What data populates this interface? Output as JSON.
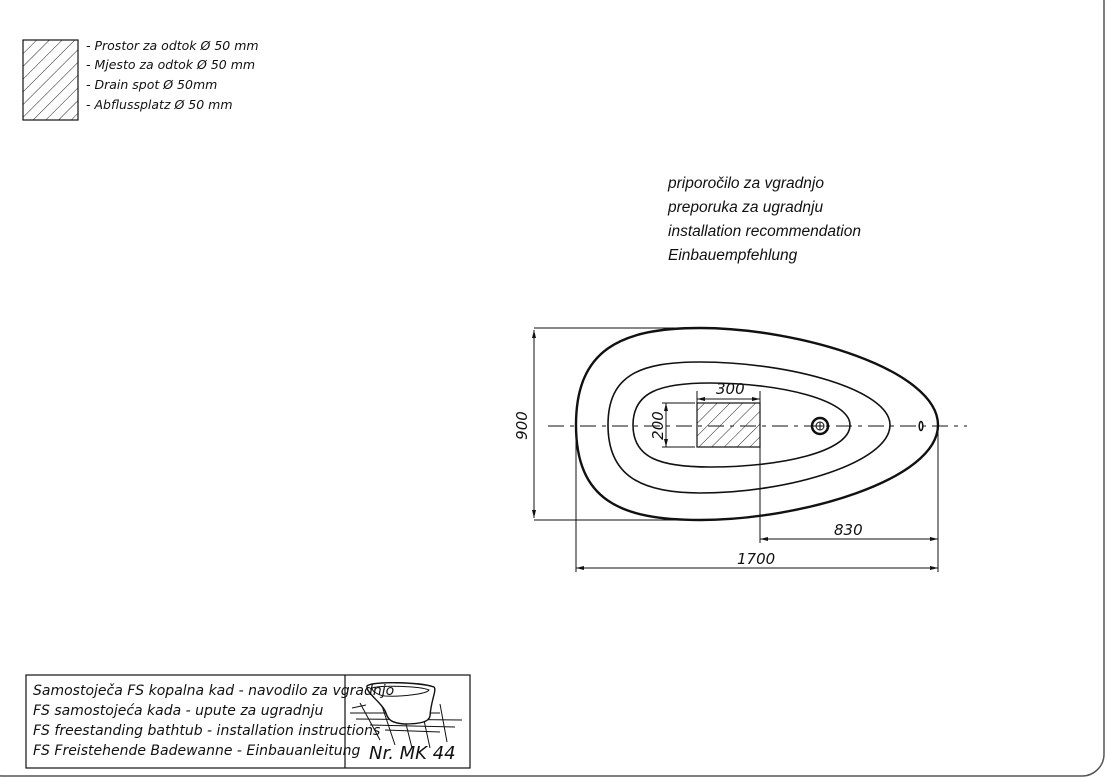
{
  "legend": {
    "icon": "hatched-drain-area",
    "items": [
      "- Prostor za odtok Ø 50 mm",
      "- Mjesto za odtok Ø 50 mm",
      "- Drain spot Ø 50mm",
      "- Abflussplatz Ø 50 mm"
    ]
  },
  "recommendation": [
    "priporočilo za vgradnjo",
    "preporuka za ugradnju",
    "installation recommendation",
    "Einbauempfehlung"
  ],
  "dimensions": {
    "width": "1700",
    "height": "900",
    "drain_offset": "830",
    "drain_area_width": "300",
    "drain_area_height": "200"
  },
  "title_block": {
    "lines": [
      "Samostoječa FS kopalna kad - navodilo za vgradnjo",
      "FS samostojeća kada - upute za ugradnju",
      "FS freestanding bathtub - installation instructions",
      "FS Freistehende Badewanne - Einbauanleitung"
    ],
    "number": "Nr. MK 44"
  }
}
